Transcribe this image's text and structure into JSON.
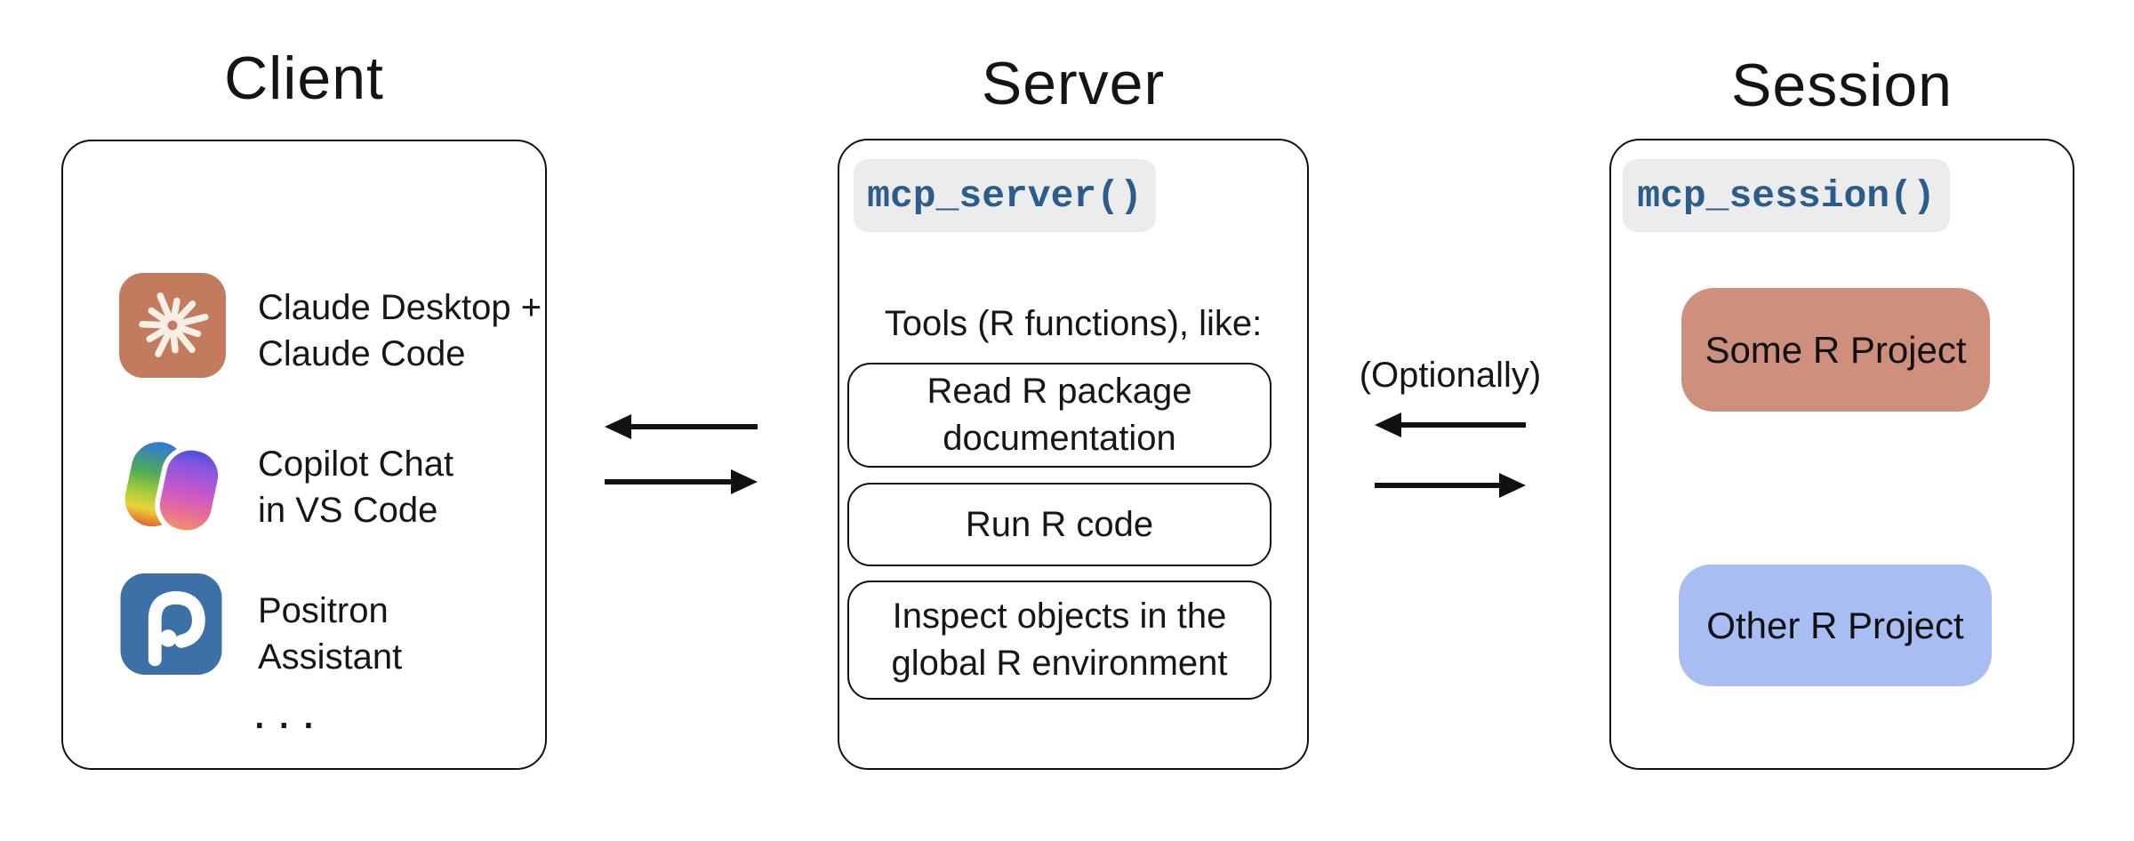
{
  "client": {
    "title": "Client",
    "items": [
      {
        "icon": "claude-icon",
        "line1": "Claude Desktop +",
        "line2": "Claude Code"
      },
      {
        "icon": "copilot-icon",
        "line1": "Copilot Chat",
        "line2": "in VS Code"
      },
      {
        "icon": "positron-icon",
        "line1": "Positron",
        "line2": "Assistant"
      }
    ],
    "more_indicator": "..."
  },
  "server": {
    "title": "Server",
    "code_label": "mcp_server()",
    "tools_heading": "Tools (R functions), like:",
    "tools": [
      {
        "line1": "Read R package",
        "line2": "documentation"
      },
      {
        "line1": "Run R code",
        "line2": ""
      },
      {
        "line1": "Inspect objects in the",
        "line2": "global R environment"
      }
    ]
  },
  "connection": {
    "optional_label": "(Optionally)"
  },
  "session": {
    "title": "Session",
    "code_label": "mcp_session()",
    "projects": [
      {
        "label": "Some R Project",
        "color": "#CE907D"
      },
      {
        "label": "Other R Project",
        "color": "#A8BDF2"
      }
    ]
  },
  "colors": {
    "code_text": "#2B5C8C",
    "code_badge_bg": "#ECECEC",
    "claude_brand": "#C27B5D",
    "claude_star": "#F6EFE5",
    "positron_brand": "#3E70A8",
    "some_project_bg": "#CE907D",
    "other_project_bg": "#A8BDF2",
    "arrow": "#111111",
    "border": "#111111"
  }
}
